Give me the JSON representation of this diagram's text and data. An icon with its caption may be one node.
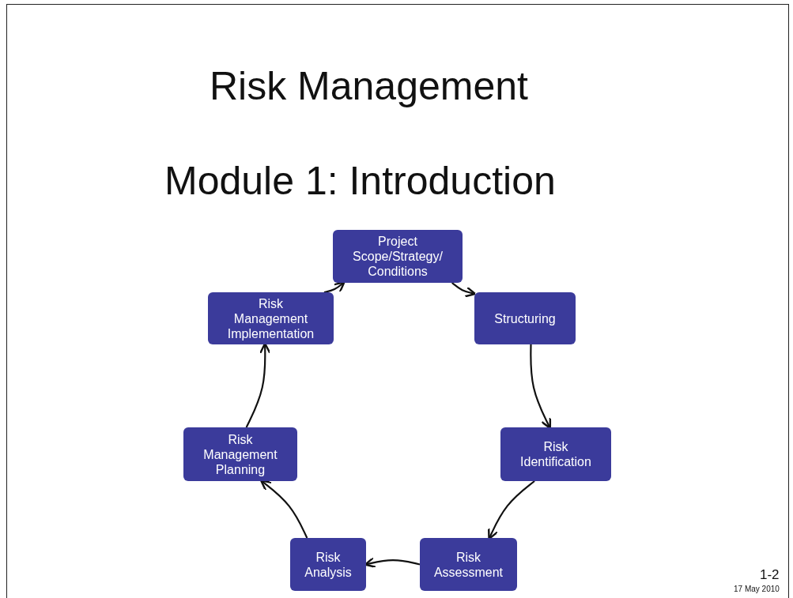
{
  "diagram": {
    "title": "Risk Management",
    "nodes": [
      {
        "text": [
          "Project Scope/Strategy/ Conditions"
        ]
      },
      {
        "text": [
          "Structuring"
        ]
      },
      {
        "text": [
          "Risk Identification"
        ]
      },
      {
        "text": [
          "Risk Assessment"
        ]
      },
      {
        "text": [
          "Risk Analysis"
        ]
      },
      {
        "text": [
          "Risk Management Planning"
        ]
      },
      {
        "text": [
          "Risk Management Implementation"
        ]
      }
    ],
    "edges": [
      {
        "from": 0,
        "to": 1,
        "arrow": "to"
      },
      {
        "from": 1,
        "to": 2,
        "arrow": "to"
      },
      {
        "from": 2,
        "to": 3,
        "arrow": "to"
      },
      {
        "from": 3,
        "to": 4,
        "arrow": "to"
      },
      {
        "from": 4,
        "to": 5,
        "arrow": "to"
      },
      {
        "from": 5,
        "to": 6,
        "arrow": "to"
      },
      {
        "from": 6,
        "to": 0,
        "arrow": "to"
      }
    ],
    "labels": [
      "Module 1: Introduction",
      "1-2",
      "17 May 2010"
    ]
  }
}
